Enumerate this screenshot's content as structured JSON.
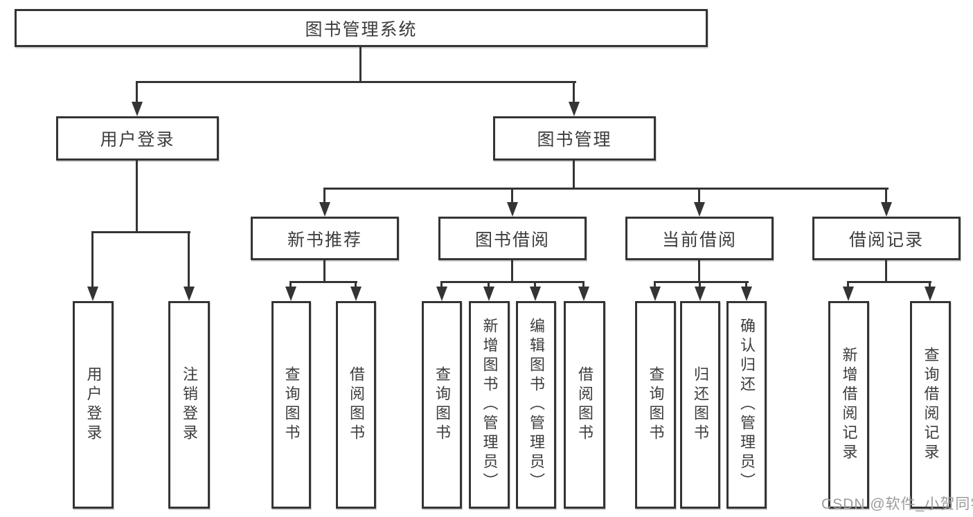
{
  "diagram": {
    "root": "图书管理系统",
    "login": {
      "label": "用户登录",
      "children": [
        "用户登录",
        "注销登录"
      ]
    },
    "manage": {
      "label": "图书管理",
      "sections": [
        {
          "label": "新书推荐",
          "children": [
            "查询图书",
            "借阅图书"
          ]
        },
        {
          "label": "图书借阅",
          "children": [
            "查询图书",
            "新增图书（管理员）",
            "编辑图书（管理员）",
            "借阅图书"
          ]
        },
        {
          "label": "当前借阅",
          "children": [
            "查询图书",
            "归还图书",
            "确认归还（管理员）"
          ]
        },
        {
          "label": "借阅记录",
          "children": [
            "新增借阅记录",
            "查询借阅记录"
          ]
        }
      ]
    }
  },
  "watermark": {
    "text": "CSDN @软件_小贺同学"
  },
  "colors": {
    "line": "#343434",
    "text": "#3c3c3c",
    "watermark": "#9b9b9b",
    "background": "#ffffff"
  }
}
